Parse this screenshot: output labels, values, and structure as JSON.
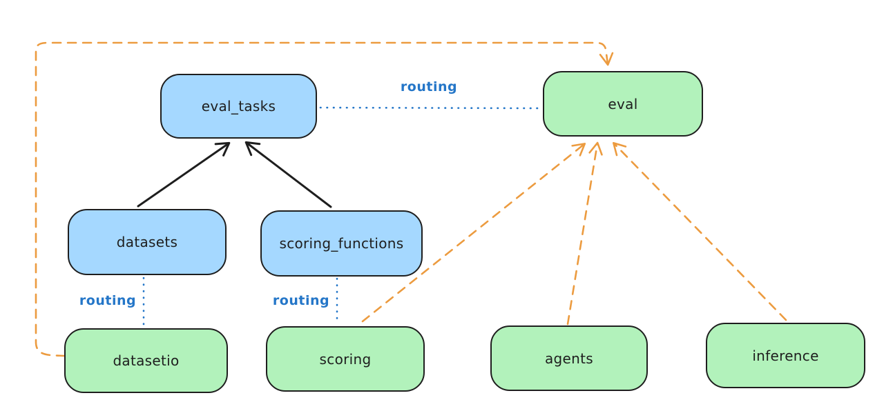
{
  "colors": {
    "background": "#ffffff",
    "ink": "#1e1e1e",
    "node-blue-fill": "#a5d8ff",
    "node-green-fill": "#b2f2bb",
    "edge-orange": "#ec9b3f",
    "edge-blue": "#2476c8"
  },
  "nodes": {
    "eval_tasks": {
      "label": "eval_tasks",
      "kind": "blue"
    },
    "eval": {
      "label": "eval",
      "kind": "green"
    },
    "datasets": {
      "label": "datasets",
      "kind": "blue"
    },
    "scoring_functions": {
      "label": "scoring_functions",
      "kind": "blue"
    },
    "datasetio": {
      "label": "datasetio",
      "kind": "green"
    },
    "scoring": {
      "label": "scoring",
      "kind": "green"
    },
    "agents": {
      "label": "agents",
      "kind": "green"
    },
    "inference": {
      "label": "inference",
      "kind": "green"
    }
  },
  "edge_labels": {
    "routing_eval_tasks_eval": "routing",
    "routing_datasets_datasetio": "routing",
    "routing_scoring_functions_scoring": "routing"
  },
  "edges": [
    {
      "from": "datasets",
      "to": "eval_tasks",
      "style": "solid-black-arrow"
    },
    {
      "from": "scoring_functions",
      "to": "eval_tasks",
      "style": "solid-black-arrow"
    },
    {
      "from": "eval_tasks",
      "to": "eval",
      "style": "dotted-blue",
      "label": "routing"
    },
    {
      "from": "datasets",
      "to": "datasetio",
      "style": "dotted-blue",
      "label": "routing"
    },
    {
      "from": "scoring_functions",
      "to": "scoring",
      "style": "dotted-blue",
      "label": "routing"
    },
    {
      "from": "datasetio",
      "to": "eval",
      "style": "dashed-orange-arrow"
    },
    {
      "from": "scoring",
      "to": "eval",
      "style": "dashed-orange-arrow"
    },
    {
      "from": "agents",
      "to": "eval",
      "style": "dashed-orange-arrow"
    },
    {
      "from": "inference",
      "to": "eval",
      "style": "dashed-orange-arrow"
    }
  ]
}
